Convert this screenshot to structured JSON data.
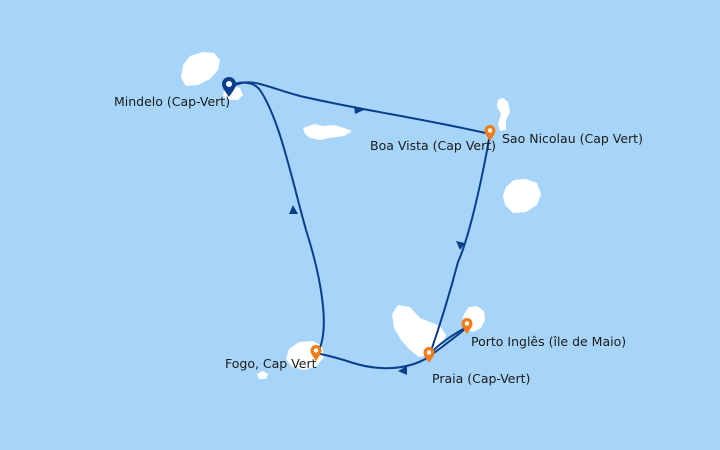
{
  "map": {
    "colors": {
      "sea": "#a7d5f9",
      "land": "#ffffff",
      "route": "#0a3e8c",
      "port_marker": "#f07d1a",
      "start_marker": "#0a3e8c"
    },
    "ports": [
      {
        "id": "mindelo",
        "label": "Mindelo (Cap-Vert)",
        "role": "start"
      },
      {
        "id": "sao-nicolau",
        "label": "Sao Nicolau (Cap Vert)",
        "role": "stop"
      },
      {
        "id": "boa-vista",
        "label": "Boa Vista (Cap Vert)",
        "role": "stop"
      },
      {
        "id": "porto-ingles",
        "label": "Porto Inglês (île de Maio)",
        "role": "stop"
      },
      {
        "id": "praia",
        "label": "Praia (Cap-Vert)",
        "role": "stop"
      },
      {
        "id": "fogo",
        "label": "Fogo, Cap Vert",
        "role": "stop"
      }
    ],
    "route_order": [
      "mindelo",
      "sao-nicolau",
      "praia",
      "porto-ingles",
      "praia",
      "fogo",
      "mindelo"
    ]
  }
}
